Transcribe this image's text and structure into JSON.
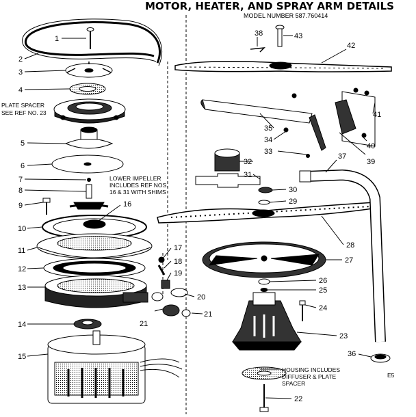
{
  "header": {
    "title": "MOTOR, HEATER, AND SPRAY ARM DETAILS",
    "model": "MODEL NUMBER 587.760414"
  },
  "notes": {
    "plate_spacer_1": "PLATE SPACER",
    "plate_spacer_2": "SEE REF NO. 23",
    "impeller_1": "LOWER IMPELLER",
    "impeller_2": "INCLUDES REF NOS.",
    "impeller_3": "16 & 31 WITH SHIMS",
    "housing_1": "HOUSING INCLUDES",
    "housing_2": "DIFFUSER & PLATE",
    "housing_3": "SPACER",
    "code": "E5"
  },
  "callouts": [
    "1",
    "2",
    "3",
    "4",
    "5",
    "6",
    "7",
    "8",
    "9",
    "10",
    "11",
    "12",
    "13",
    "14",
    "15",
    "16",
    "17",
    "18",
    "19",
    "20",
    "21",
    "21",
    "22",
    "23",
    "24",
    "25",
    "26",
    "27",
    "28",
    "29",
    "30",
    "31",
    "32",
    "33",
    "34",
    "35",
    "36",
    "37",
    "38",
    "39",
    "40",
    "41",
    "42",
    "43"
  ],
  "colors": {
    "ink": "#000000",
    "paper": "#ffffff"
  }
}
